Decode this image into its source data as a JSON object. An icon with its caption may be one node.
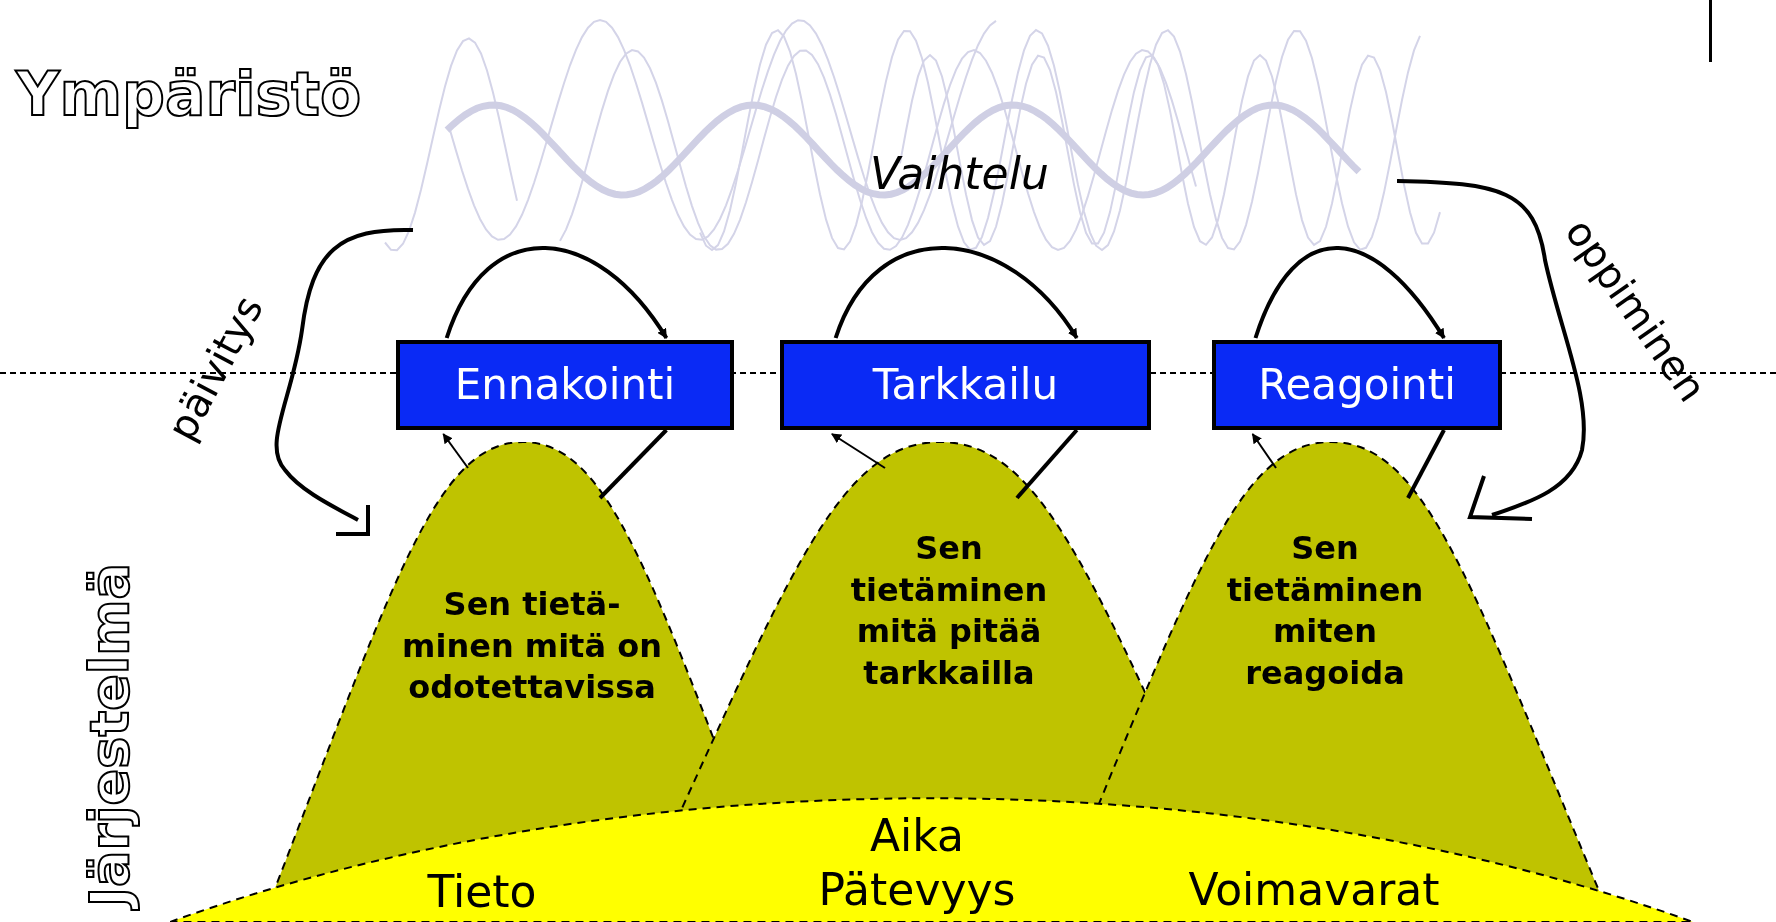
{
  "diagram": {
    "nodes": [
      {
        "text": [
          "Ennakointi"
        ]
      },
      {
        "text": [
          "Tarkkailu"
        ]
      },
      {
        "text": [
          "Reagointi"
        ]
      },
      {
        "text": [
          "Sen tietä- minen mitä on odotettavissa"
        ]
      },
      {
        "text": [
          "Sen tietäminen mitä pitää tarkkailla"
        ]
      },
      {
        "text": [
          "Sen tietäminen miten reagoida"
        ]
      },
      {
        "text": [
          "Tieto",
          "Aika",
          "Pätevyys",
          "Voimavarat"
        ]
      }
    ],
    "edges": [
      {
        "from": 0,
        "to": 0,
        "arrow": "to"
      },
      {
        "from": 1,
        "to": 1,
        "arrow": "to"
      },
      {
        "from": 2,
        "to": 2,
        "arrow": "to"
      },
      {
        "from": 3,
        "to": 0,
        "arrow": "to"
      },
      {
        "from": 0,
        "to": 3,
        "arrow": "none"
      },
      {
        "from": 4,
        "to": 1,
        "arrow": "to"
      },
      {
        "from": 1,
        "to": 4,
        "arrow": "none"
      },
      {
        "from": 5,
        "to": 2,
        "arrow": "to"
      },
      {
        "from": 2,
        "to": 5,
        "arrow": "none"
      }
    ],
    "labels": [
      "Ympäristö",
      "Vaihtelu",
      "päivitys",
      "oppiminen",
      "Järjestelmä"
    ]
  }
}
